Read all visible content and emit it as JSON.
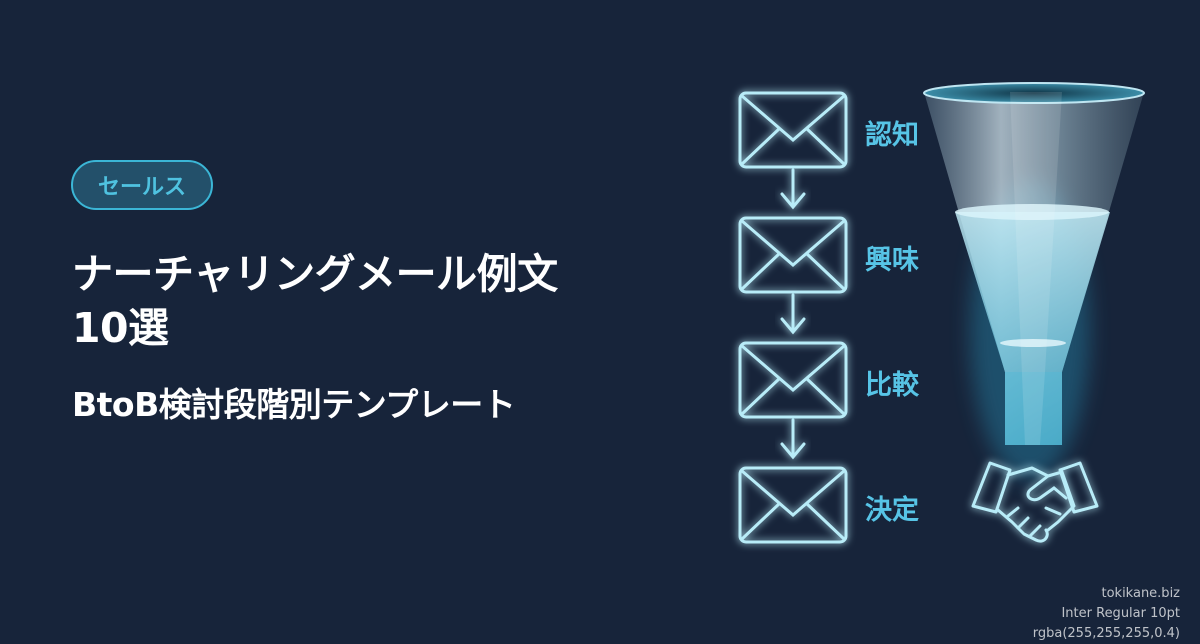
{
  "badge": {
    "label": "セールス"
  },
  "title": {
    "line1": "ナーチャリングメール例文",
    "line2": "10選"
  },
  "subtitle": "BtoB検討段階別テンプレート",
  "stages": [
    {
      "label": "認知",
      "icon": "envelope-icon"
    },
    {
      "label": "興味",
      "icon": "envelope-icon"
    },
    {
      "label": "比較",
      "icon": "envelope-icon"
    },
    {
      "label": "決定",
      "icon": "envelope-icon"
    }
  ],
  "decorations": [
    "funnel-icon",
    "handshake-icon",
    "down-arrow-icon"
  ],
  "footer": {
    "site": "tokikane.biz",
    "font_note": "Inter Regular 10pt",
    "color_note": "rgba(255,255,255,0.4)"
  },
  "colors": {
    "background": "#17243a",
    "accent": "#4fc2e0",
    "badge_fill": "#23506a",
    "text": "#ffffff"
  }
}
